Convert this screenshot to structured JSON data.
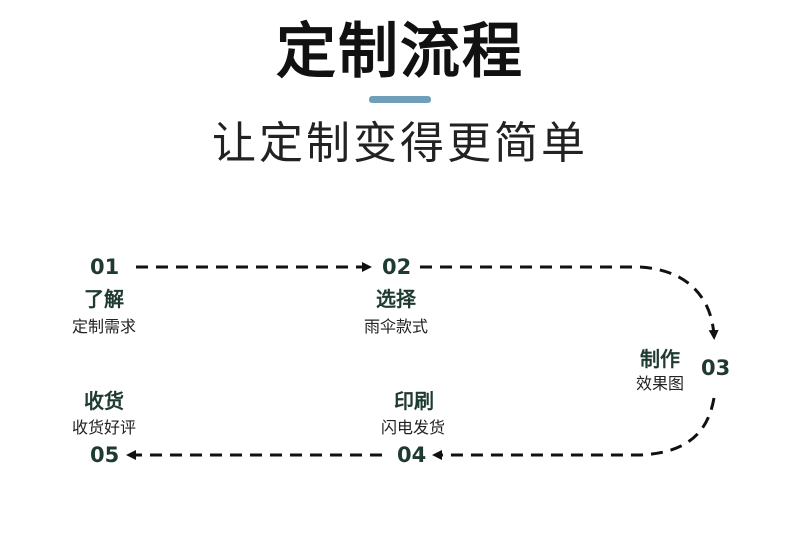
{
  "header": {
    "title": "定制流程",
    "subtitle": "让定制变得更简单"
  },
  "colors": {
    "accent": "#6f9fb9",
    "step_text": "#1f3b30",
    "line": "#111111"
  },
  "steps": [
    {
      "num": "01",
      "title": "了解",
      "desc": "定制需求"
    },
    {
      "num": "02",
      "title": "选择",
      "desc": "雨伞款式"
    },
    {
      "num": "03",
      "title": "制作",
      "desc": "效果图"
    },
    {
      "num": "04",
      "title": "印刷",
      "desc": "闪电发货"
    },
    {
      "num": "05",
      "title": "收货",
      "desc": "收货好评"
    }
  ]
}
